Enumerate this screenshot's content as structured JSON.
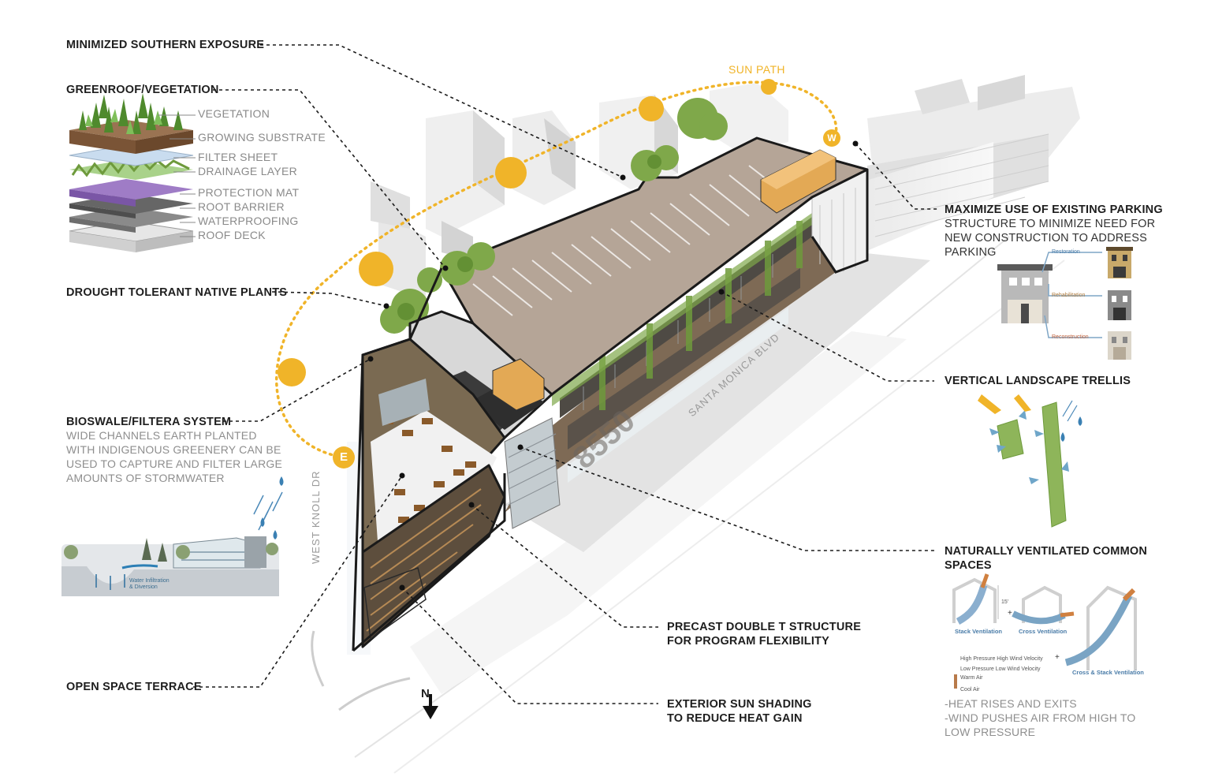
{
  "callouts": {
    "southern": "MINIMIZED SOUTHERN EXPOSURE",
    "greenroof": "GREENROOF/VEGETATION",
    "drought": "DROUGHT TOLERANT NATIVE PLANTS",
    "bioswale_title": "BIOSWALE/FILTERA SYSTEM",
    "bioswale_desc": [
      "WIDE CHANNELS EARTH PLANTED",
      "WITH INDIGENOUS GREENERY CAN BE",
      "USED TO CAPTURE AND FILTER LARGE",
      "AMOUNTS OF STORMWATER"
    ],
    "terrace": "OPEN SPACE TERRACE",
    "parking": [
      "MAXIMIZE USE OF EXISTING PARKING",
      "STRUCTURE TO MINIMIZE NEED FOR",
      "NEW CONSTRUCTION TO ADDRESS",
      "PARKING"
    ],
    "trellis": "VERTICAL LANDSCAPE TRELLIS",
    "ventilated": [
      "NATURALLY VENTILATED COMMON",
      "SPACES"
    ],
    "precast": [
      "PRECAST DOUBLE T STRUCTURE",
      "FOR PROGRAM FLEXIBILITY"
    ],
    "shading": [
      "EXTERIOR SUN SHADING",
      "TO REDUCE HEAT GAIN"
    ],
    "ventilation_notes": [
      "-HEAT RISES AND EXITS",
      "-WIND PUSHES AIR FROM HIGH TO",
      "LOW PRESSURE"
    ]
  },
  "greenroof_layers": [
    "VEGETATION",
    "GROWING SUBSTRATE",
    "FILTER SHEET",
    "DRAINAGE LAYER",
    "PROTECTION MAT",
    "ROOT BARRIER",
    "WATERPROOFING",
    "ROOF DECK"
  ],
  "sun": {
    "label": "SUN PATH",
    "east": "E",
    "west": "W"
  },
  "streets": {
    "santa_monica": "SANTA MONICA BLVD",
    "west_knoll": "WEST KNOLL DR",
    "north": "N"
  },
  "building_number": "8550",
  "parking_diagram": [
    "Restoration",
    "Rehabilitation",
    "Reconstruction"
  ],
  "bioswale_diagram": [
    "Water  Infiltration",
    "& Diversion"
  ],
  "ventilation_diagram": {
    "stack": "Stack Ventilation",
    "cross": "Cross Ventilation",
    "both": "Cross & Stack Ventilation",
    "dim": "15'",
    "legend": [
      "High Pressure  High Wind Velocity",
      "Low Pressure  Low Wind Velocity",
      "Warm Air",
      "Cool Air"
    ]
  },
  "colors": {
    "sun": "#f0b429",
    "roof": "#b5a597",
    "green": "#6e9a3c",
    "purple": "#8a64b0"
  }
}
